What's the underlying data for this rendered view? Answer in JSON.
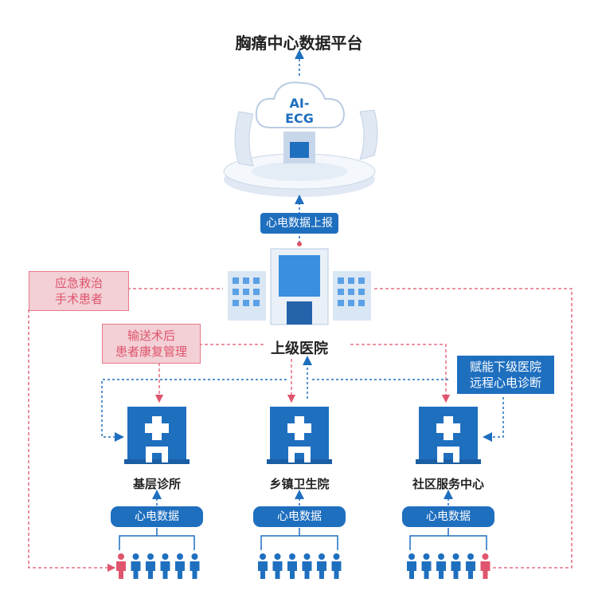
{
  "title": "胸痛中心数据平台",
  "cloud_label": "AI-ECG",
  "upload_label": "心电数据上报",
  "upper_hospital": "上级医院",
  "left_note": {
    "line1": "应急救治",
    "line2": "手术患者"
  },
  "mid_note": {
    "line1": "输送术后",
    "line2": "患者康复管理"
  },
  "right_note": {
    "line1": "赋能下级医院",
    "line2": "远程心电诊断"
  },
  "facilities": [
    {
      "name": "基层诊所",
      "data_label": "心电数据"
    },
    {
      "name": "乡镇卫生院",
      "data_label": "心电数据"
    },
    {
      "name": "社区服务中心",
      "data_label": "心电数据"
    }
  ],
  "colors": {
    "blue": "#1f6fbf",
    "red": "#e0556e",
    "pink_bg": "#f2d0d5"
  }
}
